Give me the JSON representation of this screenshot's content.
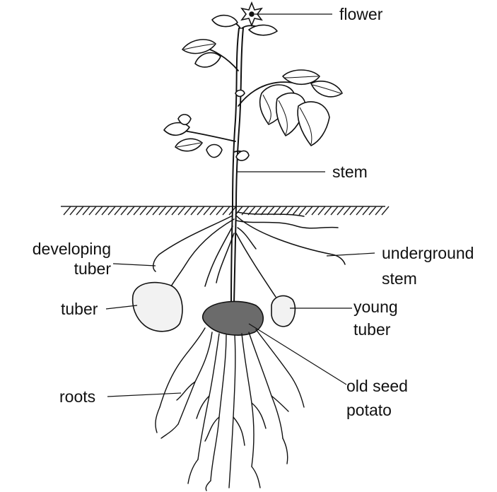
{
  "diagram": {
    "labels": {
      "flower": "flower",
      "stem": "stem",
      "developing_tuber_1": "developing",
      "developing_tuber_2": "tuber",
      "underground_stem_1": "underground",
      "underground_stem_2": "stem",
      "tuber": "tuber",
      "young_tuber_1": "young",
      "young_tuber_2": "tuber",
      "roots": "roots",
      "old_seed_potato_1": "old seed",
      "old_seed_potato_2": "potato"
    },
    "colors": {
      "line": "#111111",
      "soil_hatch": "#222222",
      "seed_potato": "#6b6b6b",
      "tuber_fill": "#f2f2f2",
      "leaf_fill": "#ffffff"
    }
  }
}
